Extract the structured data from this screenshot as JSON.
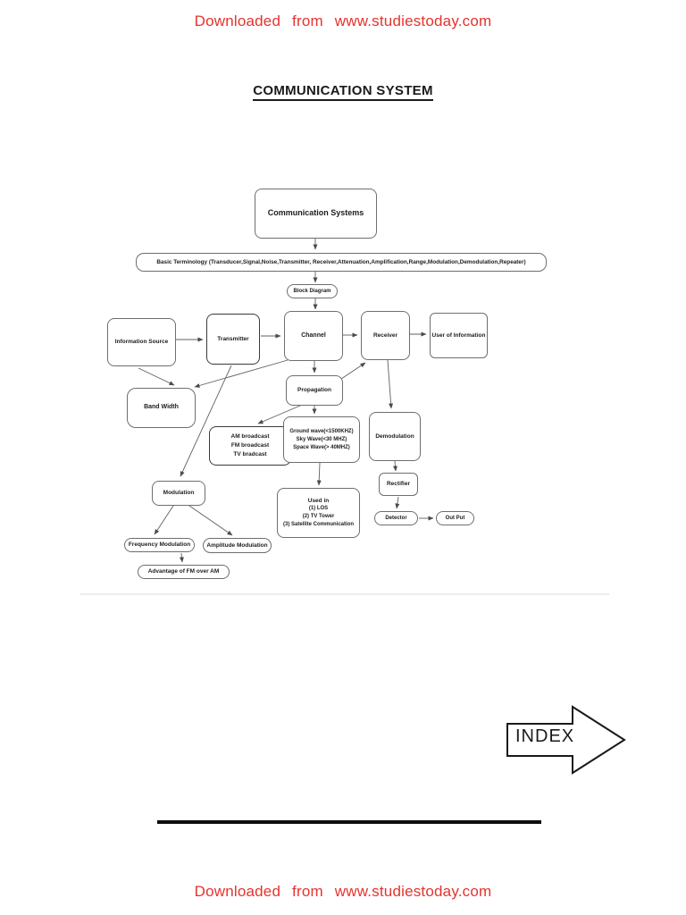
{
  "page": {
    "header_watermark": "Downloaded from www.studiestoday.com",
    "footer_watermark": "Downloaded from www.studiestoday.com",
    "title": "COMMUNICATION SYSTEM",
    "watermark_color": "#e5332d"
  },
  "diagram": {
    "nodes": {
      "communication_systems": "Communication  Systems",
      "basic_terminology": "Basic Terminology (Transducer,Signal,Noise,Transmitter, Receiver,Attenuation,Amplification,Range,Modulation,Demodulation,Repeater)",
      "block_diagram": "Block Diagram",
      "information_source": "Information Source",
      "transmitter": "Transmitter",
      "channel": "Channel",
      "receiver": "Receiver",
      "user_of_information": "User of Information",
      "band_width": "Band Width",
      "propagation": "Propagation",
      "broadcast": {
        "lines": [
          "AM  broadcast",
          "FM broadcast",
          "TV  bradcast"
        ]
      },
      "ground_wave": {
        "lines": [
          "Ground wave(<1500KHZ)",
          "Sky Wave(<30 MHZ)",
          "Space Wave(> 40MHZ)"
        ]
      },
      "demodulation": "Demodulation",
      "rectifier": "Rectifier",
      "detector": "Detector",
      "out_put": "Out Put",
      "used_in": {
        "lines": [
          "Used in",
          "(1) LOS",
          "(2) TV Tower",
          "(3) Satellite Communication"
        ]
      },
      "modulation": "Modulation",
      "frequency_modulation": "Frequency Modulation",
      "amplitude_modulation": "Amplitude Modulation",
      "advantage_fm_over_am": "Advantage of FM over AM"
    }
  },
  "index_button": {
    "label": "INDEX"
  }
}
